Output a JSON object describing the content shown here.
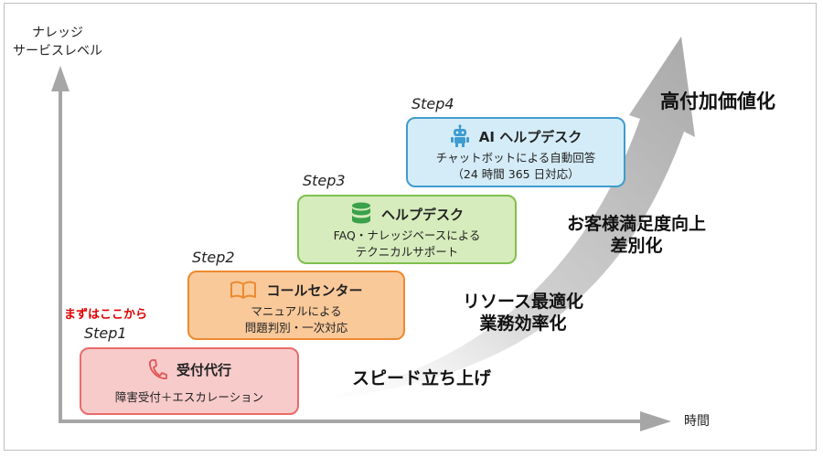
{
  "axes": {
    "y_label_line1": "ナレッジ",
    "y_label_line2": "サービスレベル",
    "x_label": "時間"
  },
  "start_label": "まずはここから",
  "steps": [
    {
      "step": "Step1",
      "title": "受付代行",
      "desc_line1": "障害受付＋エスカレーション",
      "desc_line2": "",
      "icon": "phone-icon"
    },
    {
      "step": "Step2",
      "title": "コールセンター",
      "desc_line1": "マニュアルによる",
      "desc_line2": "問題判別・一次対応",
      "icon": "book-icon"
    },
    {
      "step": "Step3",
      "title": "ヘルプデスク",
      "desc_line1": "FAQ・ナレッジベースによる",
      "desc_line2": "テクニカルサポート",
      "icon": "database-icon"
    },
    {
      "step": "Step4",
      "title": "AI ヘルプデスク",
      "desc_line1": "チャットボットによる自動回答",
      "desc_line2": "（24 時間 365 日対応）",
      "icon": "robot-icon"
    }
  ],
  "benefits": [
    {
      "line1": "スピード立ち上げ",
      "line2": ""
    },
    {
      "line1": "リソース最適化",
      "line2": "業務効率化"
    },
    {
      "line1": "お客様満足度向上",
      "line2": "差別化"
    },
    {
      "line1": "高付加価値化",
      "line2": ""
    }
  ],
  "colors": {
    "step1": {
      "fill": "#f8cbcb",
      "border": "#e96b6b"
    },
    "step2": {
      "fill": "#f9c99a",
      "border": "#ed8a2f"
    },
    "step3": {
      "fill": "#d6ecbc",
      "border": "#7fbf4f"
    },
    "step4": {
      "fill": "#d4ecf7",
      "border": "#3f9ccf"
    },
    "icon_red": "#e05555",
    "icon_orange": "#ed8a2f",
    "icon_green": "#3aa04a",
    "icon_blue": "#3f9ccf",
    "axis": "#a6a6a6",
    "start_label": "#e00000"
  }
}
